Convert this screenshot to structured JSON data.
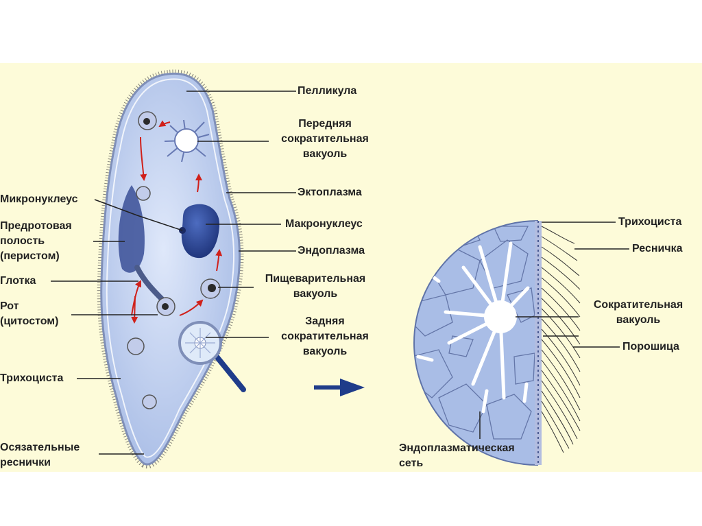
{
  "labels": {
    "pellicle": "Пелликула",
    "front_vacuole": [
      "Передняя",
      "сократительная",
      "вакуоль"
    ],
    "ectoplasm": "Эктоплазма",
    "micronucleus": "Микронуклеус",
    "macronucleus": "Макронуклеус",
    "peristome": [
      "Предротовая",
      "полость",
      "(перистом)"
    ],
    "endoplasm": "Эндоплазма",
    "pharynx": "Глотка",
    "digestive_vacuole": [
      "Пищеварительная",
      "вакуоль"
    ],
    "mouth": [
      "Рот",
      "(цитостом)"
    ],
    "rear_vacuole": [
      "Задняя",
      "сократительная",
      "вакуоль"
    ],
    "trichocyst_left": "Трихоциста",
    "tactile_cilia": [
      "Осязательные",
      "реснички"
    ],
    "trichocyst_right": "Трихоциста",
    "cilium": "Ресничка",
    "contractile_vacuole": [
      "Сократительная",
      "вакуоль"
    ],
    "cytoproct": "Порошица",
    "er": [
      "Эндоплазматическая",
      "сеть"
    ]
  },
  "colors": {
    "background": "#fdfbd9",
    "cell_body": "#c5d3ef",
    "nucleus": "#2e4a9a",
    "arrow_red": "#d0201a",
    "arrow_blue": "#1f3c8a"
  }
}
